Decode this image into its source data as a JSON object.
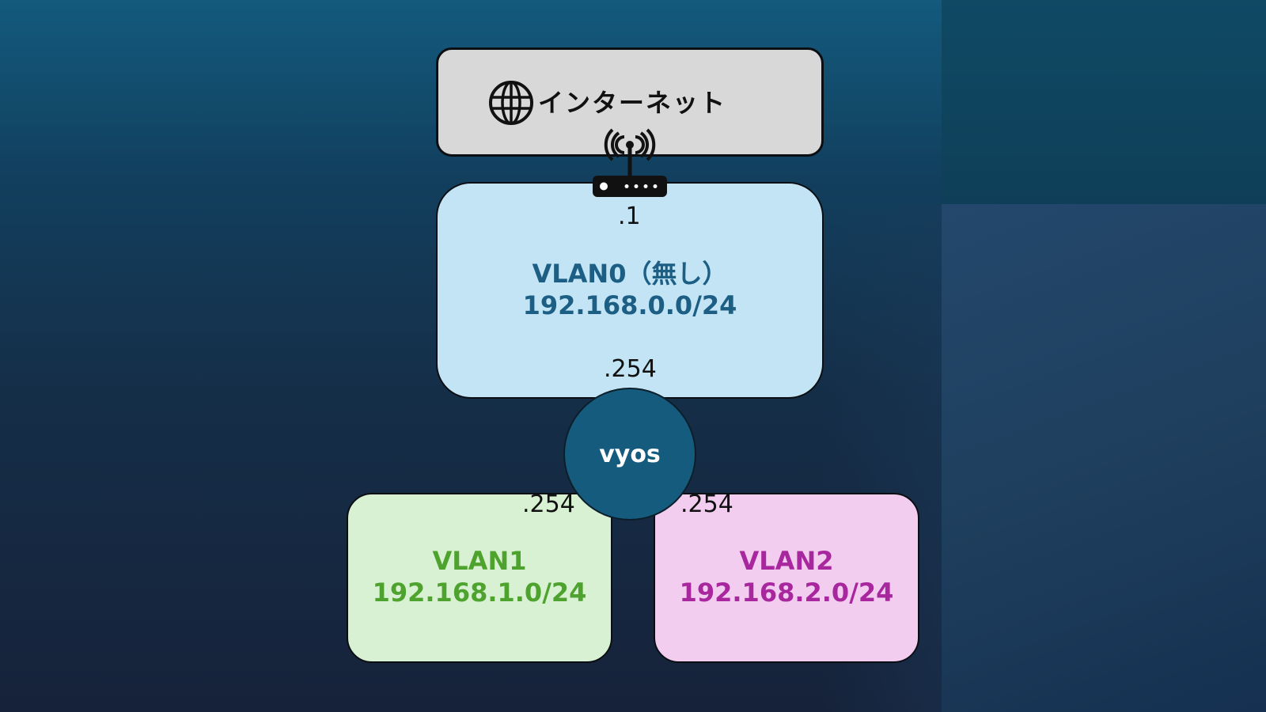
{
  "diagram": {
    "internet": {
      "label": "インターネット",
      "icon": "globe-icon"
    },
    "router": {
      "icon": "wifi-router-icon",
      "address": ".1"
    },
    "vlan0": {
      "name": "VLAN0（無し）",
      "subnet": "192.168.0.0/24",
      "gateway": ".254",
      "color": "#c2e4f5",
      "text_color": "#1c5e84"
    },
    "vyos": {
      "label": "vyos",
      "color": "#155b7e"
    },
    "vlan1": {
      "name": "VLAN1",
      "subnet": "192.168.1.0/24",
      "gateway": ".254",
      "color": "#d9f1d3",
      "text_color": "#4ea32e"
    },
    "vlan2": {
      "name": "VLAN2",
      "subnet": "192.168.2.0/24",
      "gateway": ".254",
      "color": "#f2cdef",
      "text_color": "#a8279e"
    }
  }
}
